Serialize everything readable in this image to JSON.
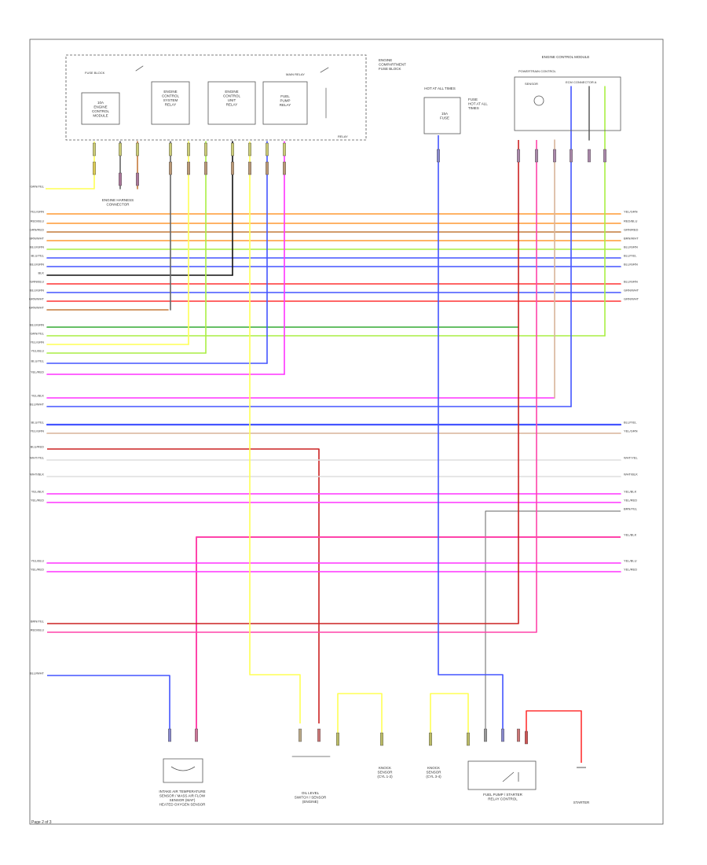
{
  "title": "",
  "page_label": "Page 2 of 3",
  "colors": {
    "background": "#ffffff",
    "border": "#555555",
    "orange": "#ff9a33",
    "tan": "#d8b49a",
    "brown": "#c47a3a",
    "green": "#33aa33",
    "light_green": "#aaee44",
    "blue": "#4455ff",
    "red": "#ff3333",
    "pink": "#ff44aa",
    "magenta": "#ff33ff",
    "yellow": "#ffff55",
    "violet": "#aa55ff",
    "dark_red": "#cc2222",
    "gray": "#666666",
    "white_wire": "#dddddd",
    "black": "#111111"
  },
  "components": {
    "fuse_block": {
      "header": "FUSE BLOCK",
      "fuse1": "10A\nENGINE\nCONTROL\nMODULE",
      "fuse2": "ENGINE\nCONTROL\nSYSTEM\nRELAY",
      "fuse3": "ENGINE\nCONTROL\nUNIT\nRELAY",
      "fuse4": "FUEL\nPUMP\nRELAY",
      "relay_label": "MAIN RELAY",
      "right_label": "ENGINE\nCOMPARTMENT\nFUSE BLOCK",
      "small_label": "RELAY"
    },
    "connector_label": "ENGINE HARNESS\nCONNECTOR",
    "hot_fuse": {
      "header": "HOT AT ALL TIMES",
      "body": "15A\nFUSE",
      "side": "FUSE\nHOT AT ALL\nTIMES"
    },
    "ecm_box": {
      "header": "ENGINE CONTROL MODULE",
      "sub": "POWERTRAIN CONTROL",
      "left": "SENSOR",
      "right": "ECM CONNECTOR A"
    },
    "bottom_components": {
      "c1": "INTAKE AIR TEMPERATURE\nSENSOR / MASS AIR FLOW\nSENSOR (MAF)\nHEATED OXYGEN SENSOR",
      "c2": "OIL LEVEL\nSWITCH / SENSOR\n(ENGINE)",
      "c3": "KNOCK\nSENSOR\n(CYL 1-2)",
      "c4": "KNOCK\nSENSOR\n(CYL 3-4)",
      "c5": "FUEL PUMP / STARTER\nRELAY CONTROL",
      "c6": "STARTER"
    }
  },
  "wire_labels": {
    "w_top_left": "GRN/YEL",
    "b1": [
      "YEL/GRN",
      "RED/BLU",
      "GRN/RED",
      "BRN/WHT",
      "BLU/GRN",
      "BLU/YEL",
      "BLU/GRN",
      "BLK",
      "GRN/BLU",
      "BLU/GRN",
      "GRN/WHT"
    ],
    "b1_right": [
      "YEL/GRN",
      "RED/BLU",
      "GRN/RED",
      "BRN/WHT",
      "BLU/GRN",
      "BLU/YEL",
      "BLU/GRN",
      "GRN/BLU",
      "BLU/GRN",
      "GRN/WHT"
    ],
    "b2": [
      "BLU/GRN",
      "GRN/YEL",
      "YEL/GRN",
      "YEL/BLU",
      "BLU/YEL",
      "YEL/RED"
    ],
    "b3": [
      "YEL/BLK",
      "BLU/WHT"
    ],
    "b4": [
      "BLU/YEL",
      "YEL/GRN"
    ],
    "b4_right": [
      "BLU/YEL",
      "YEL/GRN"
    ],
    "b5": [
      "BLU/RED",
      "WHT/YEL",
      "WHT/BLK"
    ],
    "b5_right": [
      "WHT/YEL",
      "WHT/BLK"
    ],
    "b6": [
      "YEL/BLK",
      "YEL/RED"
    ],
    "b6_right": [
      "YEL/BLK",
      "YEL/RED",
      "BRN/YEL"
    ],
    "b7_right": "YEL/BLK",
    "b8": [
      "YEL/BLU",
      "YEL/RED"
    ],
    "b8_right": [
      "YEL/BLU",
      "YEL/RED"
    ],
    "b9": [
      "BRN/YEL",
      "RED/BLU"
    ],
    "b10": "BLU/WHT"
  }
}
